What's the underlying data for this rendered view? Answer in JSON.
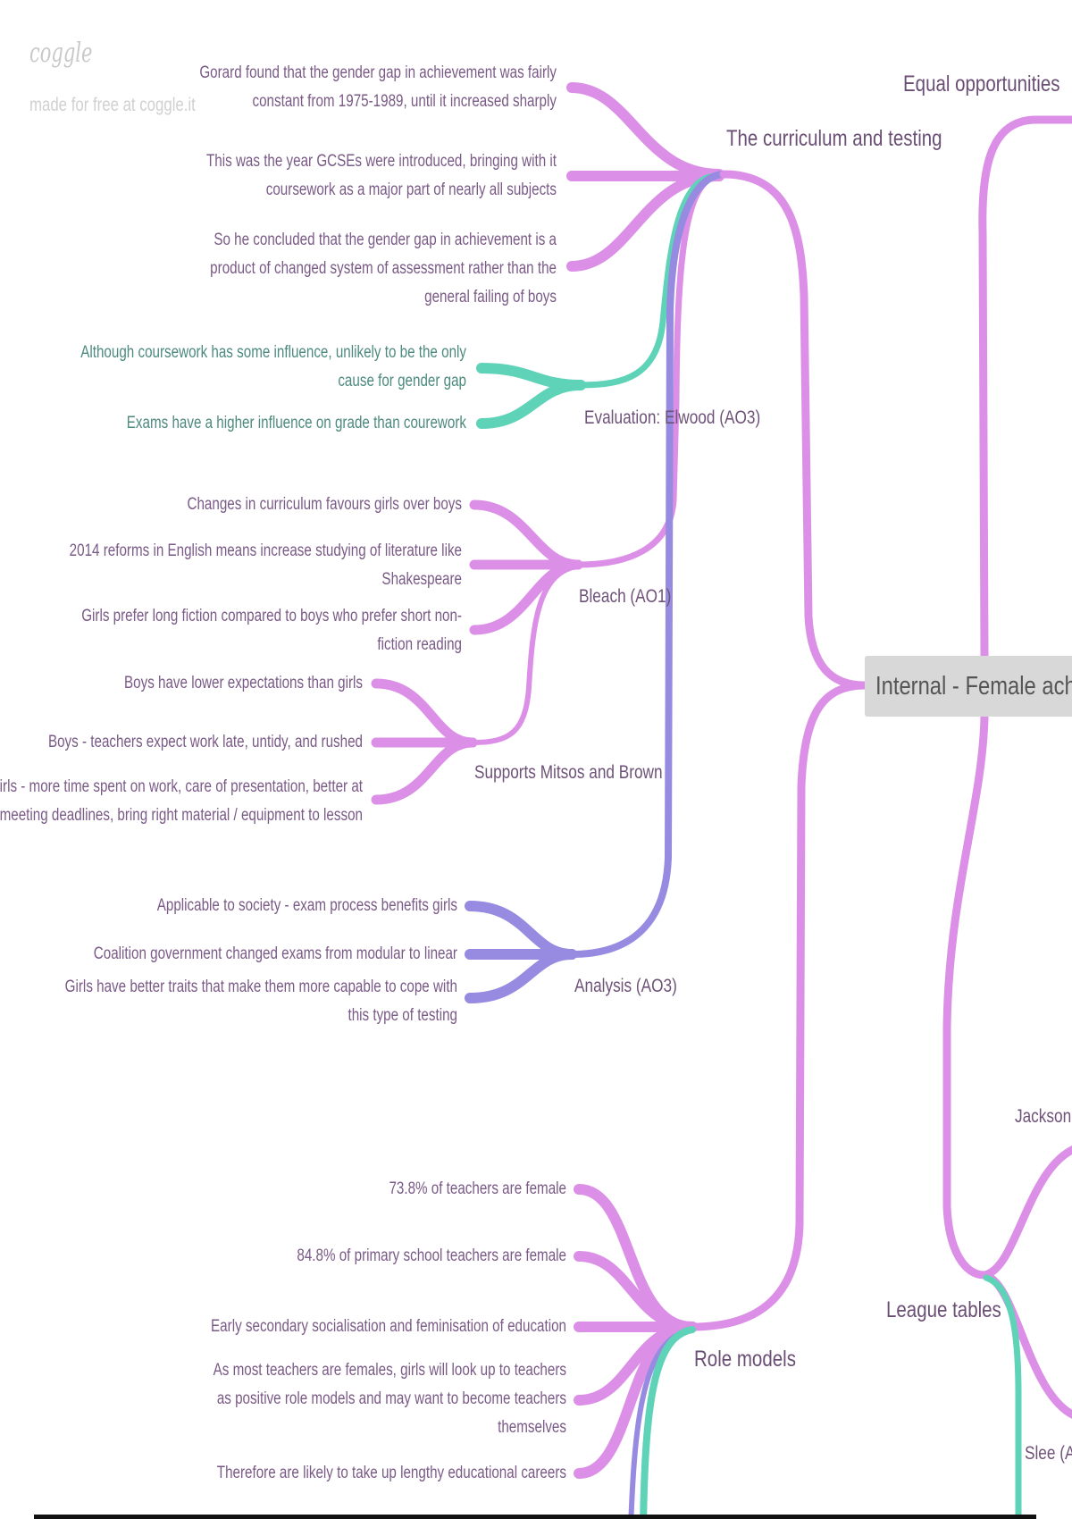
{
  "branding": {
    "logo": "coggle",
    "tagline": "made for free at coggle.it"
  },
  "colors": {
    "pink": "#dc8fe6",
    "teal": "#5fd3b8",
    "purple": "#968be0",
    "central_bg": "#d8d8d8"
  },
  "central": {
    "label": "Internal - Female achievem"
  },
  "nodes": {
    "curriculum": "The curriculum and testing",
    "evaluation": "Evaluation: Elwood (AO3)",
    "bleach": "Bleach (AO1)",
    "mitsos": "Supports Mitsos and Brown",
    "analysis": "Analysis (AO3)",
    "role_models": "Role models",
    "equal_opportunities": "Equal opportunities",
    "league_tables": "League tables",
    "jackson": "Jackson (A",
    "slee": "Slee (AO"
  },
  "curriculum_leaves": [
    "Gorard found that the gender gap in achievement was fairly\nconstant from 1975-1989, until it increased sharply",
    "This was the year GCSEs were introduced, bringing with it\ncoursework as a major part of nearly all subjects",
    "So he concluded that the gender gap in achievement is a\nproduct of changed system of assessment rather than the\ngeneral failing of boys"
  ],
  "evaluation_leaves": [
    "Although coursework has some influence, unlikely to be the only\ncause for gender gap",
    "Exams have a higher influence on grade than courework"
  ],
  "bleach_leaves": [
    "Changes in curriculum favours girls over boys",
    "2014 reforms in English means increase studying of literature like\nShakespeare",
    "Girls prefer long fiction compared to boys who prefer short non-\nfiction reading"
  ],
  "mitsos_leaves": [
    "Boys have lower expectations than girls",
    "Boys - teachers expect work late, untidy, and rushed",
    "Girls - more time spent on work, care of presentation, better at\nmeeting deadlines, bring right material / equipment to lesson"
  ],
  "analysis_leaves": [
    "Applicable to society - exam process benefits girls",
    "Coalition government changed exams from modular to linear",
    "Girls have better traits that make them more capable to cope with\nthis type of testing"
  ],
  "role_leaves": [
    "73.8% of teachers are female",
    "84.8% of primary school teachers are female",
    "Early secondary socialisation and feminisation of education",
    "As most teachers are females, girls will look up to teachers\nas positive role models and may want to become teachers\nthemselves",
    "Therefore are likely to take up lengthy educational careers"
  ]
}
